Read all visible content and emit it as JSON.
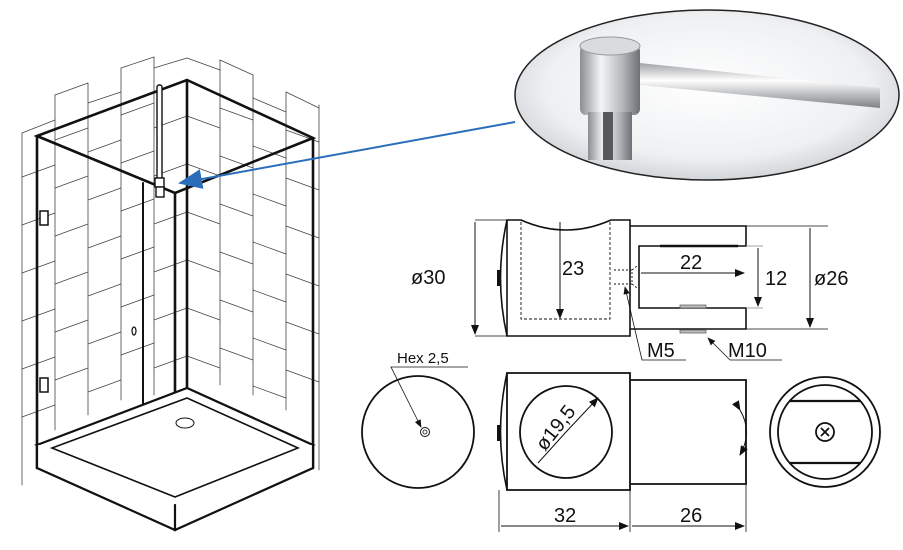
{
  "colors": {
    "line": "#111111",
    "arrow": "#2a6ebb",
    "tile": "#444444"
  },
  "dimensions": {
    "d30": "ø30",
    "h23": "23",
    "w22": "22",
    "h12": "12",
    "d26": "ø26",
    "m5": "M5",
    "m10": "M10",
    "hex": "Hex 2,5",
    "d19": "ø19,5",
    "w32": "32",
    "w26": "26"
  }
}
